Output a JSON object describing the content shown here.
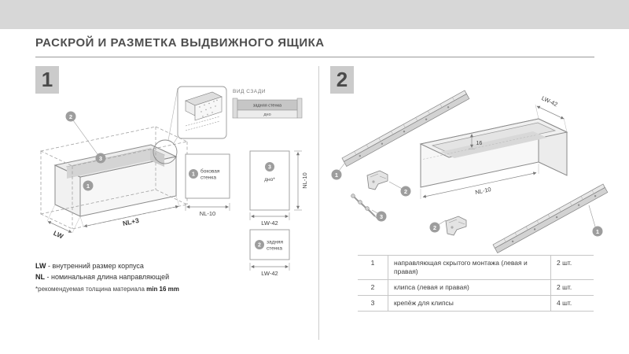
{
  "page": {
    "title": "РАСКРОЙ И РАЗМЕТКА ВЫДВИЖНОГО ЯЩИКА"
  },
  "colors": {
    "header_bar": "#d7d7d7",
    "marker_circle": "#9d9d9d",
    "badge_bg": "#cbcbcb"
  },
  "section1": {
    "number": "1",
    "iso": {
      "dim_lw": "LW",
      "dim_nl3": "NL+3",
      "m1": "1",
      "m2": "2",
      "m3": "3"
    },
    "rear_view": {
      "title": "ВИД СЗАДИ",
      "back_wall": "задняя стенка",
      "bottom": "дно"
    },
    "panel_side": {
      "marker": "1",
      "label_line1": "боковая",
      "label_line2": "стенка",
      "dim": "NL-10"
    },
    "panel_bottom": {
      "marker": "3",
      "label": "дно*",
      "dim_v": "NL-10",
      "dim_h": "LW-42"
    },
    "panel_back": {
      "marker": "2",
      "label_line1": "задняя",
      "label_line2": "стенка",
      "dim": "LW-42"
    },
    "legend": {
      "l1_term": "LW",
      "l1_text": " - внутренний размер корпуса",
      "l2_term": "NL",
      "l2_text": " - номинальная длина направляющей",
      "l3_text": "*рекомендуемая толщина материала ",
      "l3_bold": "min 16 mm"
    }
  },
  "section2": {
    "number": "2",
    "markers": {
      "rail": "1",
      "clip": "2",
      "screw": "3"
    },
    "drawing": {
      "dim_lw42": "LW-42",
      "dim_16": "16",
      "dim_nl10": "NL-10"
    },
    "table": {
      "rows": [
        {
          "num": "1",
          "name": "направляющая скрытого монтажа (левая и правая)",
          "qty": "2 шт."
        },
        {
          "num": "2",
          "name": "клипса (левая и правая)",
          "qty": "2 шт."
        },
        {
          "num": "3",
          "name": "крепёж для клипсы",
          "qty": "4 шт."
        }
      ]
    }
  }
}
